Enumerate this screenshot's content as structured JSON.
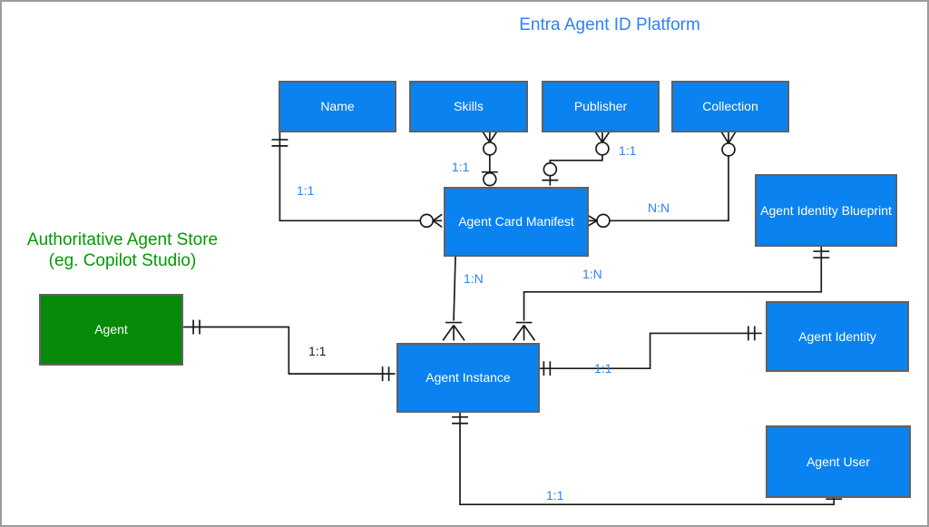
{
  "diagram": {
    "title": "Entra Agent ID Platform",
    "store_heading_line1": "Authoritative Agent Store",
    "store_heading_line2": "(eg. Copilot Studio)"
  },
  "colors": {
    "entity_blue": "#0a82f0",
    "entity_green": "#078a07",
    "title_blue": "#2e82f7",
    "heading_green": "#009b00",
    "label_blue": "#2e82f7",
    "label_black": "#1a1a1a",
    "line": "#1a1a1a"
  },
  "entities": [
    {
      "id": "name",
      "label": "Name"
    },
    {
      "id": "skills",
      "label": "Skills"
    },
    {
      "id": "publisher",
      "label": "Publisher"
    },
    {
      "id": "collection",
      "label": "Collection"
    },
    {
      "id": "agent-card-manifest",
      "label": "Agent Card Manifest"
    },
    {
      "id": "agent-identity-blueprint",
      "label": "Agent Identity Blueprint"
    },
    {
      "id": "agent",
      "label": "Agent"
    },
    {
      "id": "agent-instance",
      "label": "Agent Instance"
    },
    {
      "id": "agent-identity",
      "label": "Agent Identity"
    },
    {
      "id": "agent-user",
      "label": "Agent User"
    }
  ],
  "relationship_labels": [
    {
      "relation": "name-to-manifest",
      "text": "1:1"
    },
    {
      "relation": "skills-to-manifest",
      "text": "1:1"
    },
    {
      "relation": "publisher-to-manifest",
      "text": "1:1"
    },
    {
      "relation": "collection-to-manifest",
      "text": "N:N"
    },
    {
      "relation": "manifest-to-instance",
      "text": "1:N"
    },
    {
      "relation": "blueprint-to-instance",
      "text": "1:N"
    },
    {
      "relation": "agent-to-instance",
      "text": "1:1"
    },
    {
      "relation": "instance-to-identity",
      "text": "1:1"
    },
    {
      "relation": "instance-to-user",
      "text": "1:1"
    }
  ]
}
